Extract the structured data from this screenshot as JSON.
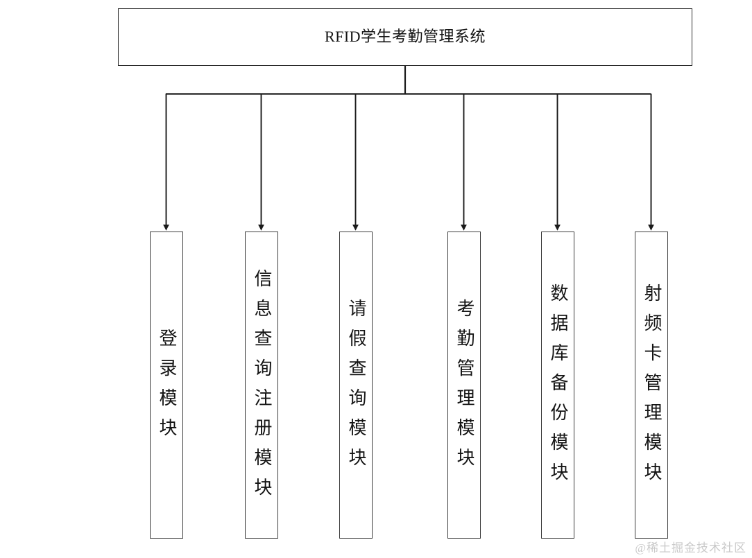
{
  "diagram": {
    "type": "hierarchy-tree",
    "orientation": "top-down",
    "background_color": "#ffffff",
    "line_color": "#2b2b2b",
    "text_color": "#141414",
    "root": {
      "label": "RFID学生考勤管理系统",
      "shape": "rectangle"
    },
    "children": [
      {
        "label": "登录模块",
        "shape": "rectangle",
        "text_direction": "vertical"
      },
      {
        "label": "信息查询注册模块",
        "shape": "rectangle",
        "text_direction": "vertical"
      },
      {
        "label": "请假查询模块",
        "shape": "rectangle",
        "text_direction": "vertical"
      },
      {
        "label": "考勤管理模块",
        "shape": "rectangle",
        "text_direction": "vertical"
      },
      {
        "label": "数据库备份模块",
        "shape": "rectangle",
        "text_direction": "vertical"
      },
      {
        "label": "射频卡管理模块",
        "shape": "rectangle",
        "text_direction": "vertical"
      }
    ],
    "connectors": {
      "style": "orthogonal-bus-with-arrowheads",
      "arrowhead": "filled-triangle"
    }
  },
  "watermark": {
    "text": "@稀土掘金技术社区",
    "color": "#c9c9c9"
  }
}
